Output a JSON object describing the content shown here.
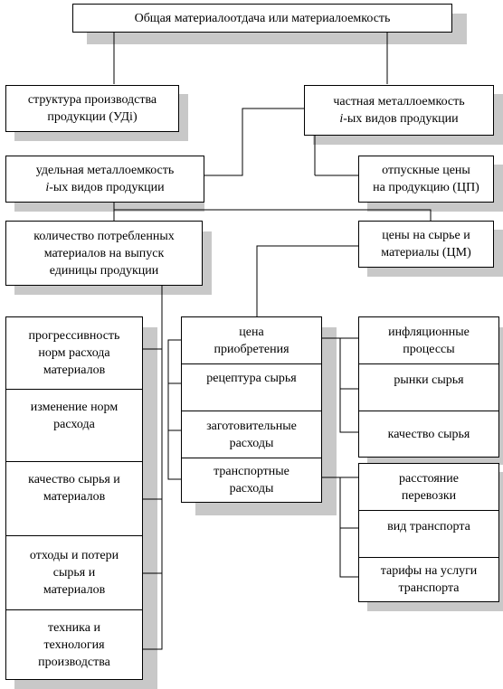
{
  "nodes": {
    "top": "Общая материалоотдача или материалоемкость",
    "structure": [
      "структура производства",
      "продукции (УДi)"
    ],
    "partial": [
      "частная металлоемкость",
      "i",
      "-ых видов продукции"
    ],
    "specific": [
      "удельная металлоемкость",
      "i",
      "-ых видов продукции"
    ],
    "prices": [
      "отпускные цены",
      "на продукцию (ЦП)"
    ],
    "quantity": [
      "количество потребленных",
      "материалов на выпуск",
      "единицы продукции"
    ],
    "raw_prices": [
      "цены на сырье и",
      "материалы (ЦМ)"
    ]
  },
  "left_stack": [
    [
      "прогрессивность",
      "норм расхода",
      "материалов"
    ],
    [
      "изменение норм",
      "расхода"
    ],
    [
      "качество сырья и",
      "материалов"
    ],
    [
      "отходы и потери",
      "сырья и",
      "материалов"
    ],
    [
      "техника и",
      "технология",
      "производства"
    ]
  ],
  "middle_stack": [
    [
      "цена",
      "приобретения"
    ],
    [
      "рецептура сырья"
    ],
    [
      "заготовительные",
      "расходы"
    ],
    [
      "транспортные",
      "расходы"
    ]
  ],
  "right_upper": [
    [
      "инфляционные",
      "процессы"
    ],
    [
      "рынки сырья"
    ],
    [
      "качество сырья"
    ]
  ],
  "right_lower": [
    [
      "расстояние",
      "перевозки"
    ],
    [
      "вид транспорта"
    ],
    [
      "тарифы на услуги",
      "транспорта"
    ]
  ]
}
